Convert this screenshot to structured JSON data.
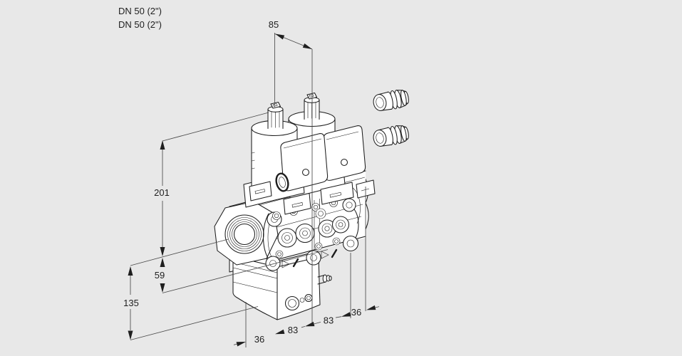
{
  "scene": {
    "background": "#e8e8e8",
    "part_fill": "#ffffff",
    "line_color": "#1d1d1d",
    "dim_color": "#4a4a4a",
    "text_color": "#1f1f1f"
  },
  "labels": {
    "connection_top": "DN 50 (2\")",
    "connection_bottom": "DN 50 (2\")"
  },
  "dimensions": {
    "actuator_spacing": "85",
    "height_upper": "201",
    "height_middle": "59",
    "height_lower": "135",
    "bottom_chain": [
      "36",
      "83",
      "83",
      "36"
    ]
  }
}
